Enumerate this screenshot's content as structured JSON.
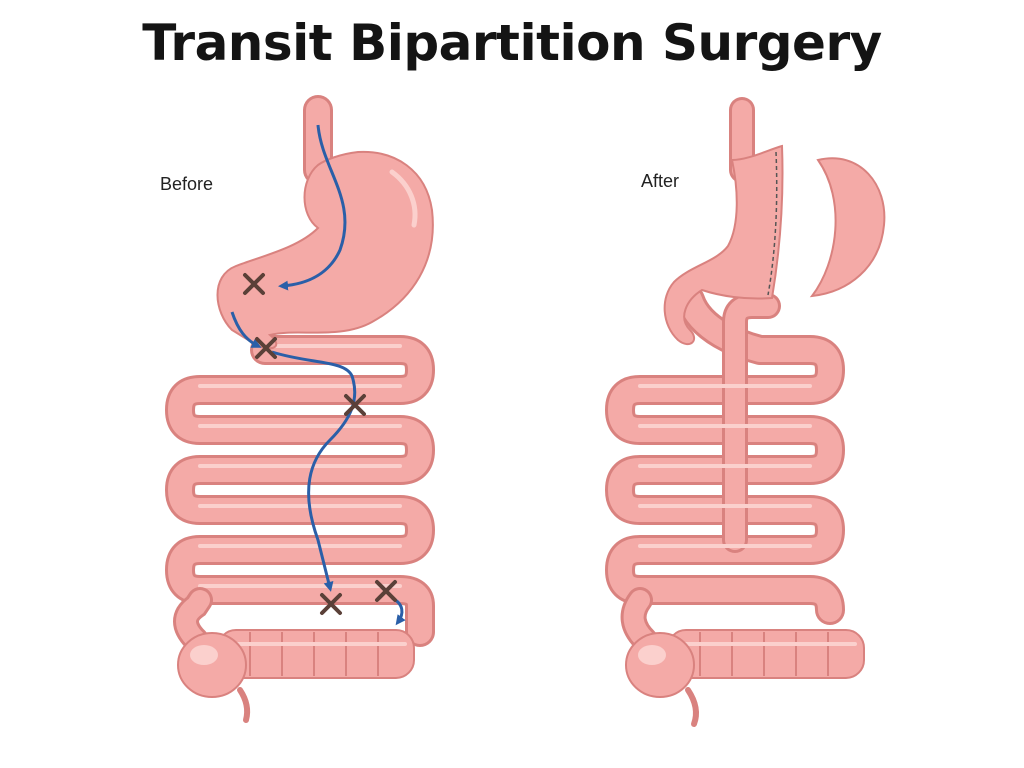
{
  "title": "Transit Bipartition Surgery",
  "panels": [
    {
      "label": "Before"
    },
    {
      "label": "After"
    }
  ],
  "colors": {
    "tissue_fill": "#f4aaa7",
    "tissue_outline": "#d9827f",
    "tissue_highlight": "#fbd0cd",
    "flow_arrow": "#2a5fa8",
    "cut_mark": "#5a4038"
  },
  "icons": [
    "stomach-icon",
    "small-intestine-icon",
    "colon-icon",
    "appendix-icon",
    "cut-mark-icon",
    "flow-arrow-icon",
    "staple-line-icon"
  ]
}
